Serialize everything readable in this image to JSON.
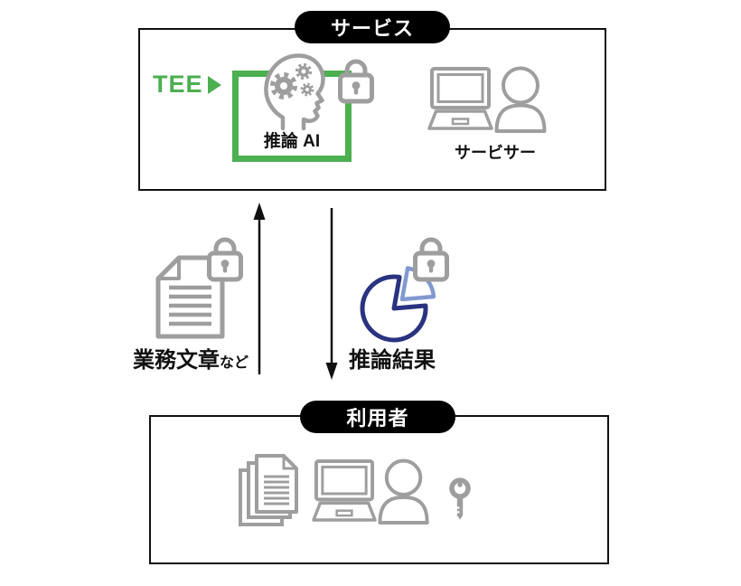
{
  "service_section": {
    "badge_label": "サービス",
    "tee_label": "TEE",
    "inference_ai_label": "推論 AI",
    "servicer_label": "サービサー"
  },
  "user_section": {
    "badge_label": "利用者"
  },
  "flow": {
    "input_label": "業務文章",
    "input_label_suffix": "など",
    "output_label": "推論結果"
  },
  "colors": {
    "tee_green": "#4caf50",
    "icon_gray": "#9e9e9e",
    "badge_background": "#000000",
    "badge_text": "#ffffff",
    "pie_dark_blue": "#2a3380",
    "pie_light_blue": "#8299cf",
    "arrow_black": "#111111"
  },
  "icons": {
    "tee_pointer": "right-pointing-triangle",
    "inference_ai": "head-with-gears",
    "encryption": "padlock",
    "servicer": "person-with-laptop",
    "input_document": "document-with-padlock",
    "output_result": "pie-chart-with-padlock",
    "user_documents": "documents-stack",
    "user_person": "person-with-laptop",
    "user_key": "key"
  }
}
